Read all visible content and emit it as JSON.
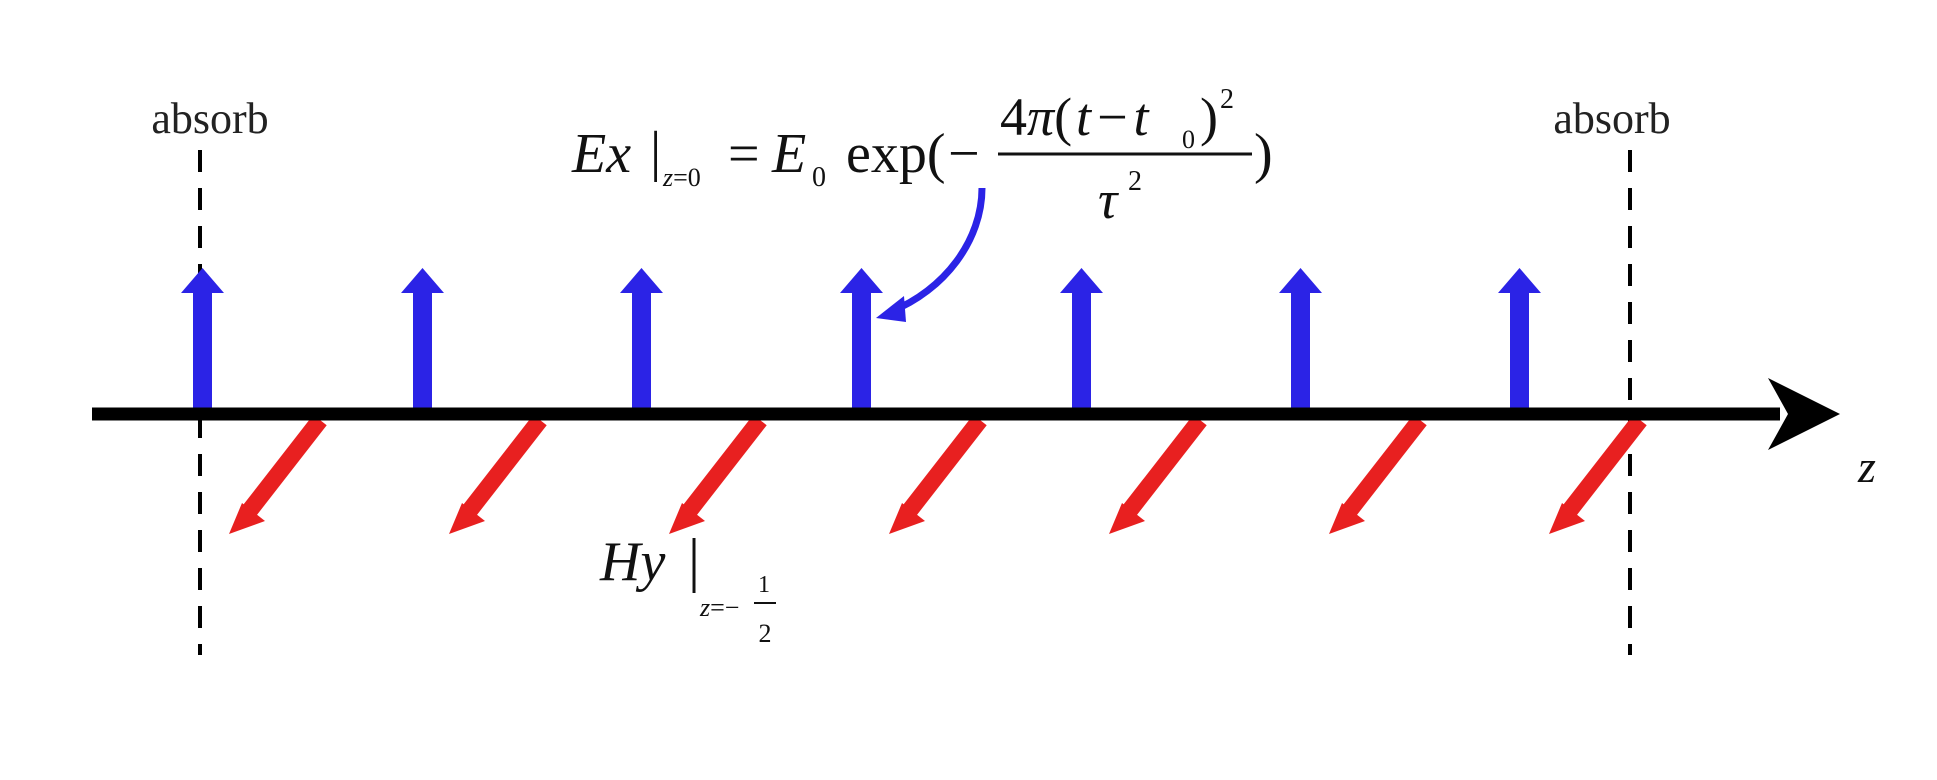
{
  "labels": {
    "absorb_left": "absorb",
    "absorb_right": "absorb",
    "axis_name": "z"
  },
  "ex_equation": {
    "lhs_E": "E",
    "lhs_x": "x",
    "bar": "|",
    "sub_z": "z",
    "sub_eq": "=",
    "sub_zero": "0",
    "equals": "=",
    "E0_E": "E",
    "E0_sub": "0",
    "exp_open": "exp(",
    "minus": "−",
    "num_four": "4",
    "num_pi": "π",
    "num_paren_open": "(",
    "num_t": "t",
    "num_minus": "−",
    "num_t0": "t",
    "num_t0_sub": "0",
    "num_paren_close": ")",
    "num_sq": "2",
    "den_tau": "τ",
    "den_sq": "2",
    "close_paren": ")"
  },
  "hy_equation": {
    "H": "H",
    "y": "y",
    "bar": "|",
    "sub_z": "z",
    "sub_eq": "=",
    "sub_minus": "−",
    "frac_num": "1",
    "frac_den": "2"
  },
  "colors": {
    "e_field": "#2b23e6",
    "h_field": "#e82020",
    "axis": "#000000",
    "boundary": "#000000",
    "text": "#222222"
  },
  "e_arrow_count": 7,
  "h_arrow_count": 7
}
